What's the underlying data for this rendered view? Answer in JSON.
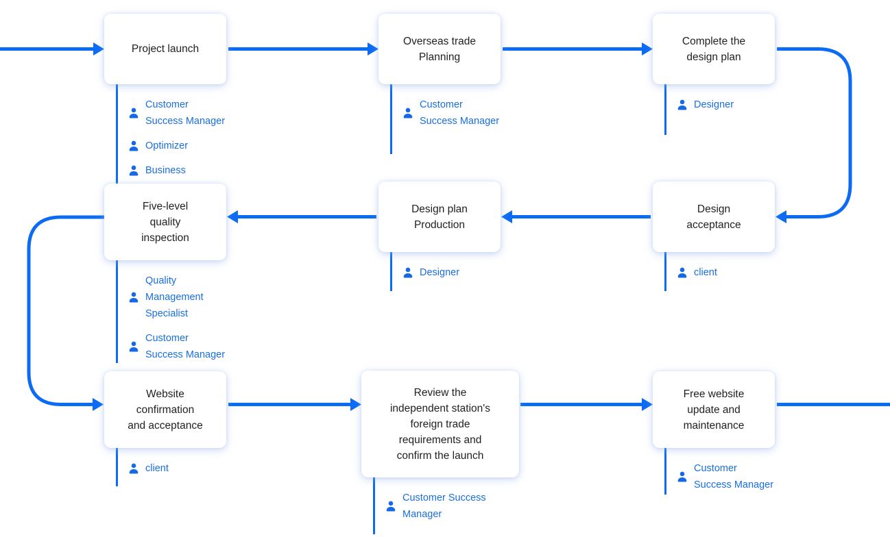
{
  "colors": {
    "accent": "#0b6cf3",
    "role_text": "#1a6fe0",
    "icon": "#1569e6",
    "node_title": "#1f1f1f",
    "node_bg": "#ffffff",
    "canvas_bg": "#ffffff"
  },
  "icons": {
    "role_icon": "person-icon"
  },
  "nodes": [
    {
      "title": "Project launch",
      "roles": [
        "Customer Success Manager",
        "Optimizer",
        "Business"
      ]
    },
    {
      "title": "Overseas trade Planning",
      "roles": [
        "Customer Success Manager"
      ]
    },
    {
      "title": "Complete the design plan",
      "roles": [
        "Designer"
      ]
    },
    {
      "title": "Five-level quality inspection",
      "roles": [
        "Quality Management Specialist",
        "Customer Success Manager"
      ]
    },
    {
      "title": "Design plan Production",
      "roles": [
        "Designer"
      ]
    },
    {
      "title": "Design acceptance",
      "roles": [
        "client"
      ]
    },
    {
      "title": "Website confirmation and acceptance",
      "roles": [
        "client"
      ]
    },
    {
      "title": "Review the independent station's foreign trade requirements and confirm the launch",
      "roles": [
        "Customer Success Manager"
      ]
    },
    {
      "title": "Free website update and maintenance",
      "roles": [
        "Customer Success Manager"
      ]
    }
  ],
  "edges": [
    {
      "from": "(off-screen left)",
      "to": "Project launch"
    },
    {
      "from": "Project launch",
      "to": "Overseas trade Planning"
    },
    {
      "from": "Overseas trade Planning",
      "to": "Complete the design plan"
    },
    {
      "from": "Complete the design plan",
      "to": "Design acceptance"
    },
    {
      "from": "Design acceptance",
      "to": "Design plan Production"
    },
    {
      "from": "Design plan Production",
      "to": "Five-level quality inspection"
    },
    {
      "from": "Five-level quality inspection",
      "to": "Website confirmation and acceptance"
    },
    {
      "from": "Website confirmation and acceptance",
      "to": "Review the independent station's foreign trade requirements and confirm the launch"
    },
    {
      "from": "Review the independent station's foreign trade requirements and confirm the launch",
      "to": "Free website update and maintenance"
    },
    {
      "from": "Free website update and maintenance",
      "to": "(off-screen right)"
    }
  ]
}
